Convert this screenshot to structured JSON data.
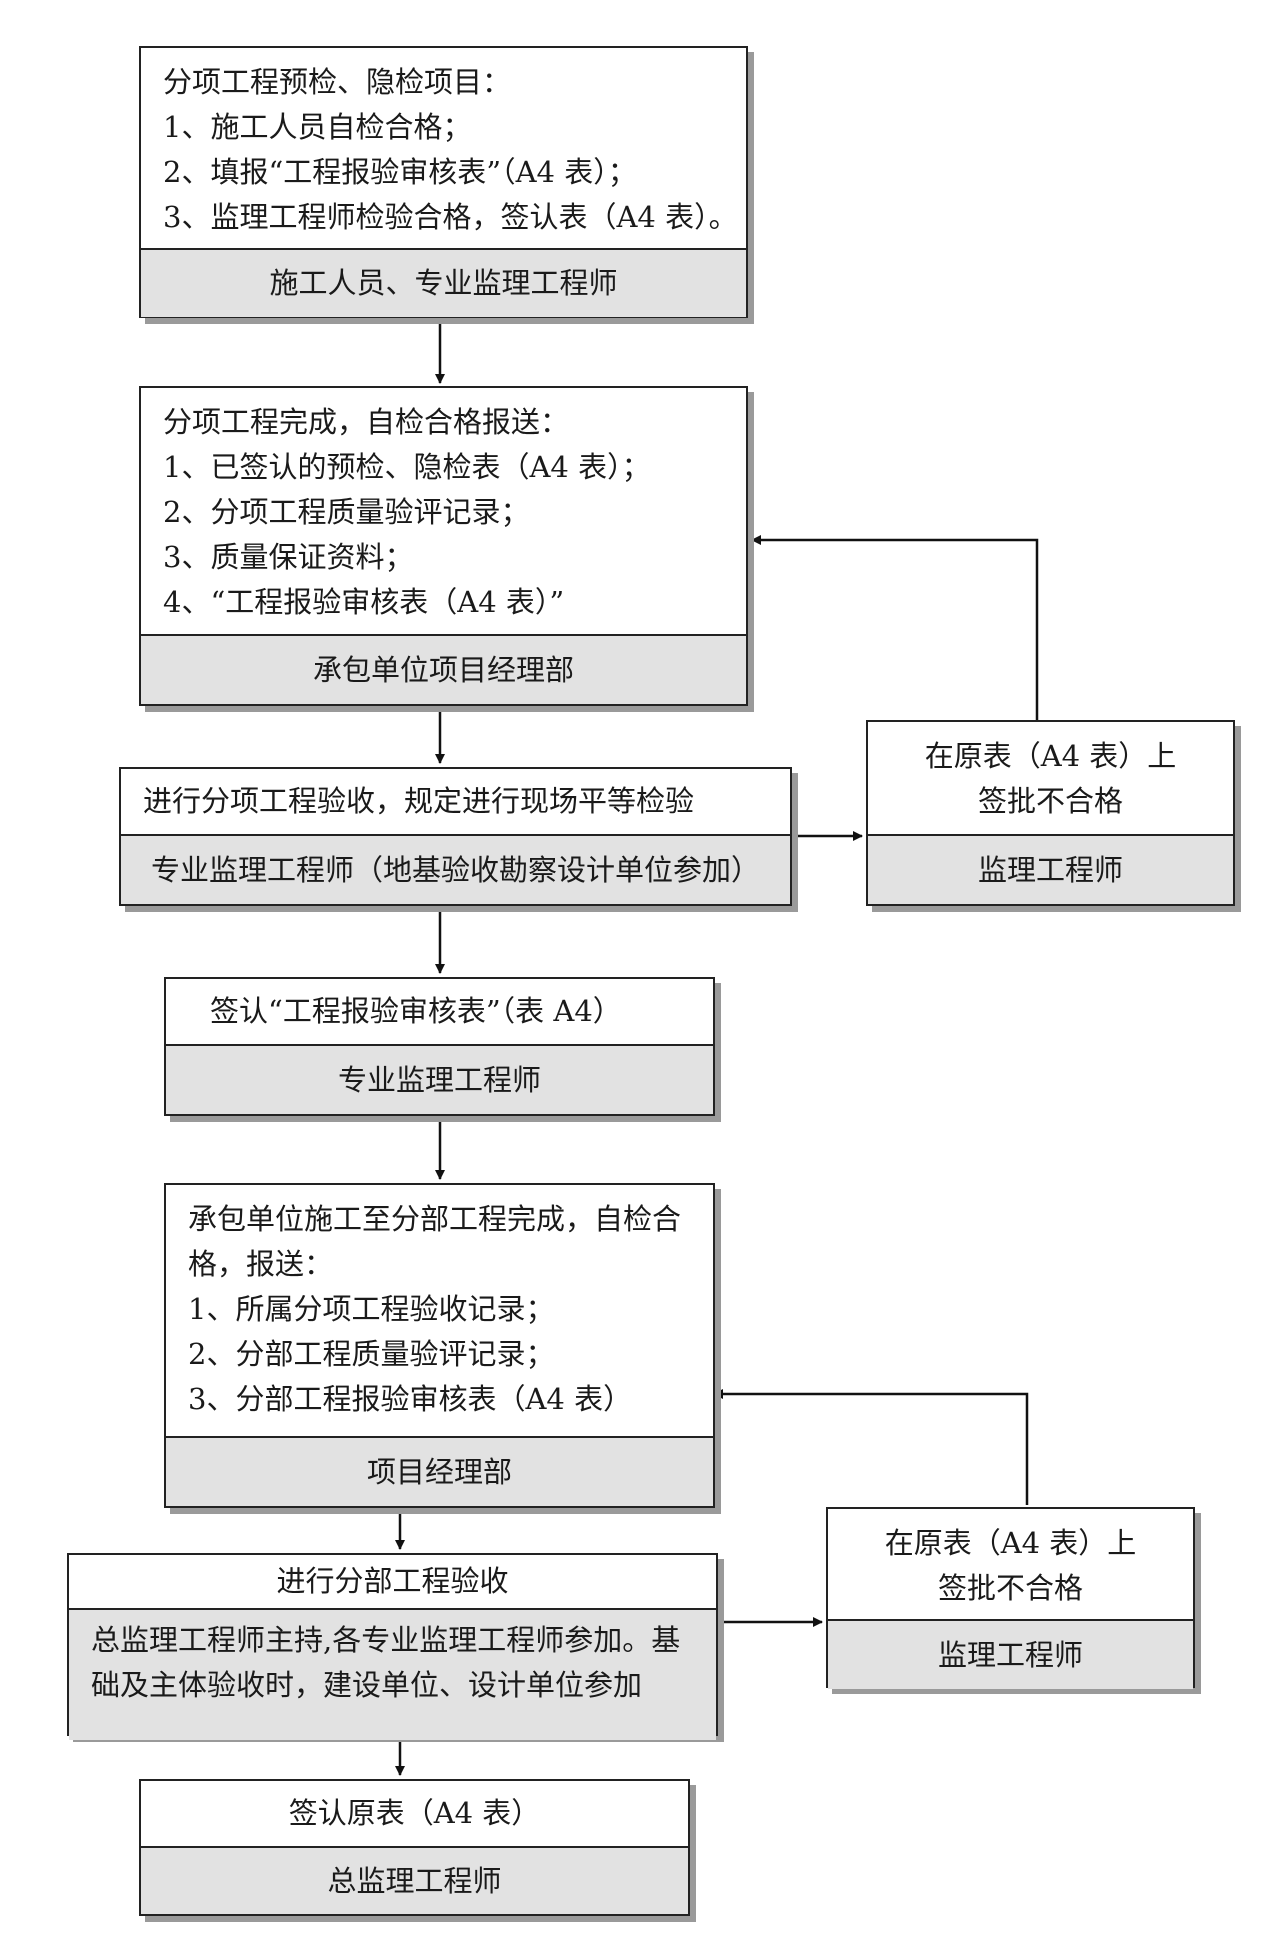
{
  "steps": {
    "s1": {
      "lines": [
        "分项工程预检、隐检项目：",
        "1、施工人员自检合格；",
        "2、填报“工程报验审核表”（A4 表）；",
        "3、监理工程师检验合格，签认表（A4 表）。"
      ],
      "role": "施工人员、专业监理工程师"
    },
    "s2": {
      "lines": [
        "分项工程完成，自检合格报送：",
        "1、已签认的预检、隐检表（A4 表）；",
        "2、分项工程质量验评记录；",
        "3、质量保证资料；",
        "4、“工程报验审核表（A4 表）”"
      ],
      "role": "承包单位项目经理部"
    },
    "s3": {
      "lines": [
        "进行分项工程验收，规定进行现场平等检验"
      ],
      "role": "专业监理工程师（地基验收勘察设计单位参加）"
    },
    "s4": {
      "lines": [
        "签认“工程报验审核表”（表 A4）"
      ],
      "role": "专业监理工程师"
    },
    "s5": {
      "lines": [
        "承包单位施工至分部工程完成，自检合",
        "格，报送：",
        "1、所属分项工程验收记录；",
        "2、分部工程质量验评记录；",
        "3、分部工程报验审核表（A4 表）"
      ],
      "role": "项目经理部"
    },
    "s6": {
      "lines": [
        "进行分部工程验收"
      ],
      "role_lines": [
        "总监理工程师主持,各专业监理工程师参加。基",
        "础及主体验收时，建设单位、设计单位参加"
      ]
    },
    "s7": {
      "lines": [
        "签认原表（A4 表）"
      ],
      "role": "总监理工程师"
    }
  },
  "rejections": {
    "r1": {
      "lines": [
        "在原表（A4 表）上",
        "签批不合格"
      ],
      "role": "监理工程师"
    },
    "r2": {
      "lines": [
        "在原表（A4 表）上",
        "签批不合格"
      ],
      "role": "监理工程师"
    }
  }
}
